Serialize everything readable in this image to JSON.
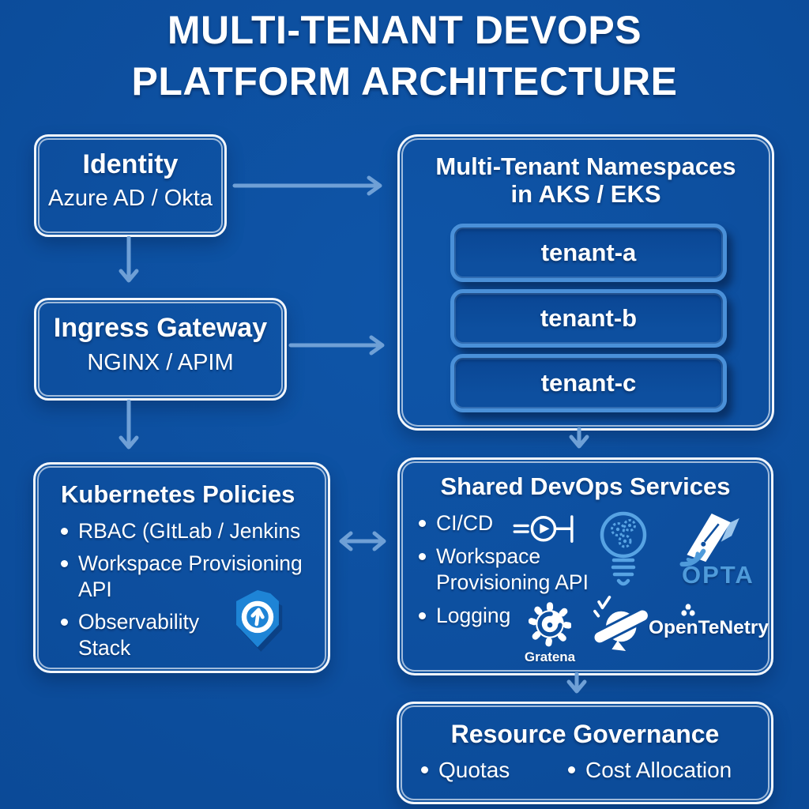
{
  "title": {
    "line1": "MULTI-TENANT DEVOPS",
    "line2": "PLATFORM ARCHITECTURE"
  },
  "colors": {
    "background": "#0d4f9f",
    "box_border": "#f2f6fb",
    "arrow": "#6fa0d6",
    "tenant_border": "#4a90d8",
    "light_icon_accent": "#57a3e3",
    "badge_fill": "#1e84d6"
  },
  "boxes": {
    "identity": {
      "title": "Identity",
      "subtitle": "Azure AD / Okta"
    },
    "ingress": {
      "title": "Ingress Gateway",
      "subtitle": "NGINX / APIM"
    },
    "kubernetes": {
      "title": "Kubernetes Policies",
      "bullets": [
        "RBAC (GItLab / Jenkins",
        "Workspace Provisioning API",
        "Observability Stack"
      ]
    },
    "namespaces": {
      "title_line1": "Multi-Tenant Namespaces",
      "title_line2": "in AKS / EKS",
      "tenants": [
        "tenant-a",
        "tenant-b",
        "tenant-c"
      ]
    },
    "shared": {
      "title": "Shared DevOps Services",
      "bullets": [
        "CI/CD",
        "Workspace Provisioning API",
        "Logging"
      ],
      "opa_label": "OPTA",
      "grafana_label": "Gratena",
      "otel_label": "OpenTeNetry"
    },
    "governance": {
      "title": "Resource Governance",
      "bullets": [
        "Quotas",
        "Cost Allocation"
      ]
    }
  },
  "icons": {
    "pipeline": "pipeline-icon",
    "lightbulb": "lightbulb-gears-icon",
    "pen": "pen-nib-icon",
    "shield": "shield-arrow-badge-icon",
    "gear": "gear-spiral-icon",
    "telescope": "telescope-planet-icon",
    "sparkle": "sparkle-icon"
  }
}
